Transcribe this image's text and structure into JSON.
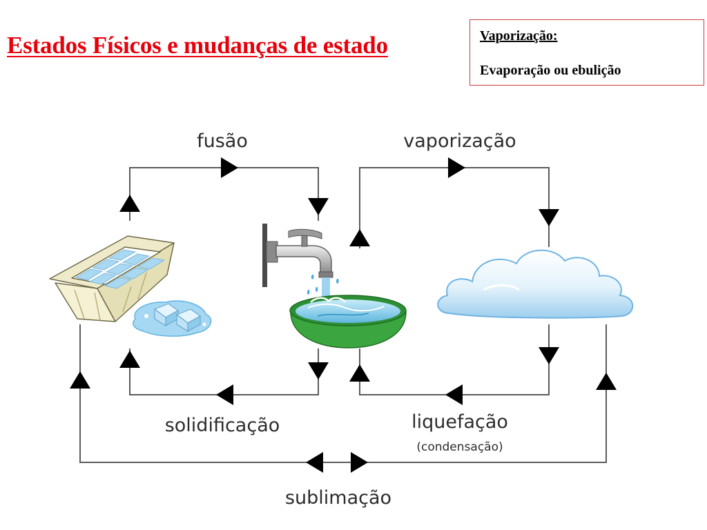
{
  "title": "Estados Físicos e mudanças de estado",
  "note": {
    "heading": "Vaporização:",
    "text": "Evaporação ou ebulição"
  },
  "diagram": {
    "labels": {
      "fusion": "fusão",
      "vaporization": "vaporização",
      "solidification": "solidificação",
      "liquefaction": "liquefação",
      "condensation": "(condensação)",
      "sublimation": "sublimação"
    },
    "icons": {
      "solid": "ice-tray-icon",
      "liquid": "water-basin-icon",
      "gas": "cloud-icon"
    },
    "colors": {
      "line": "#5a5a5a",
      "arrow": "#000000",
      "water": "#5fb7de",
      "basin": "#3ba63f"
    }
  }
}
